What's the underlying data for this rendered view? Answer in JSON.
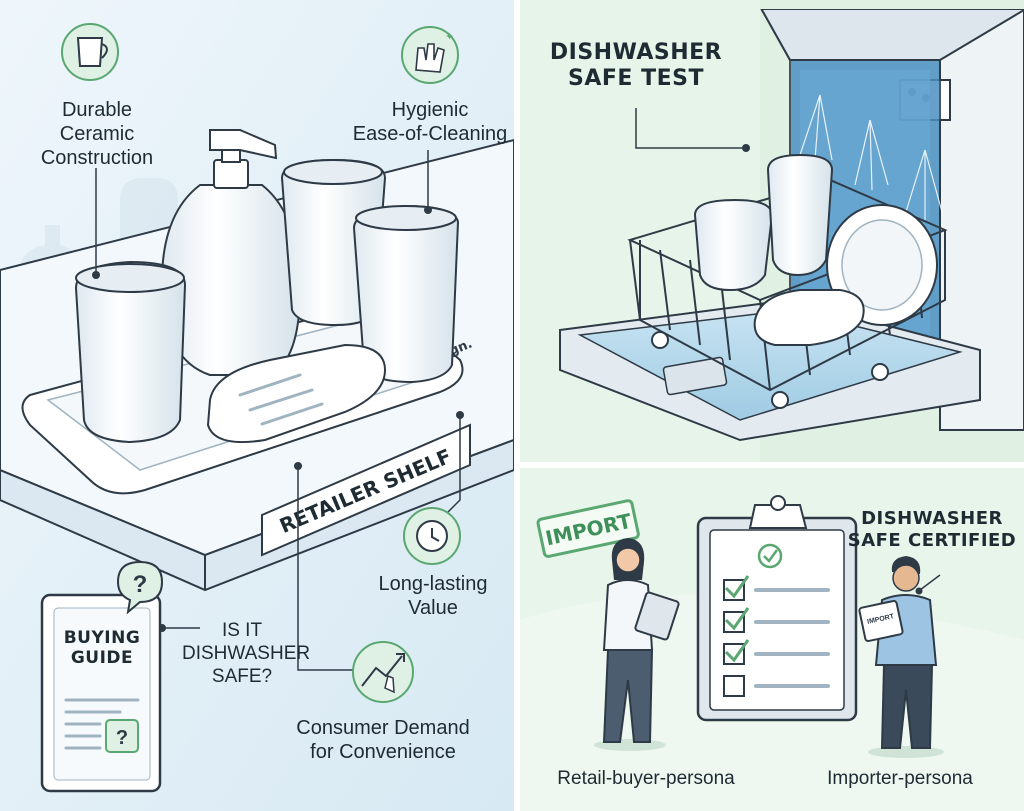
{
  "left_panel": {
    "labels": {
      "durable": [
        "Durable",
        "Ceramic",
        "Construction"
      ],
      "hygienic": [
        "Hygienic",
        "Ease-of-Cleaning"
      ],
      "long_lasting": [
        "Long-lasting",
        "Value"
      ],
      "consumer": [
        "Consumer Demand",
        "for Convenience"
      ],
      "question": [
        "IS IT",
        "DISHWASHER",
        "SAFE?"
      ]
    },
    "shelf_banner": "RETAILER SHELF",
    "tray_brand": "sign.",
    "guide": {
      "title": [
        "BUYING",
        "GUIDE"
      ],
      "badge": "?",
      "inner_mark": "?"
    }
  },
  "right_top": {
    "title": [
      "DISHWASHER",
      "SAFE TEST"
    ]
  },
  "right_bottom": {
    "stamp": "IMPORT",
    "certified": [
      "DISHWASHER",
      "SAFE CERTIFIED"
    ],
    "personas": [
      "Retail-buyer-persona",
      "Importer-persona"
    ],
    "importer_tag": "IMPORT"
  },
  "colors": {
    "left_bg": "#e3f0f8",
    "right_top_bg": "#e0f1e4",
    "right_bottom_bg": "#e8f5ea",
    "accent_green": "#5aa772",
    "outline": "#2e3a46"
  }
}
